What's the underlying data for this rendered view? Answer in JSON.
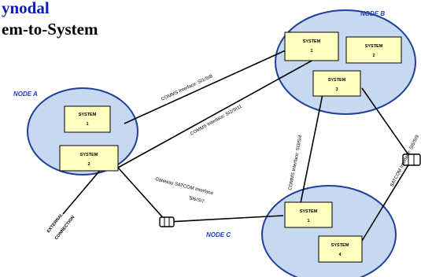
{
  "title": {
    "line1": "ynodal",
    "line2": "em-to-System"
  },
  "nodes": {
    "a": {
      "label": "NODE A",
      "systems": [
        {
          "line1": "SYSTEM",
          "line2": "1"
        },
        {
          "line1": "SYSTEM",
          "line2": "2"
        }
      ]
    },
    "b": {
      "label": "NODE B",
      "systems": [
        {
          "line1": "SYSTEM",
          "line2": "1"
        },
        {
          "line1": "SYSTEM",
          "line2": "2"
        },
        {
          "line1": "SYSTEM",
          "line2": "3"
        }
      ]
    },
    "c": {
      "label": "NODE C",
      "systems": [
        {
          "line1": "SYSTEM",
          "line2": "1"
        },
        {
          "line1": "SYSTEM",
          "line2": "4"
        }
      ]
    }
  },
  "links": {
    "a1_b1": "COMMS Interface: SI1/SI8",
    "a2_b1": "COMMS Interface: SI2/SI11",
    "b3_c1": "COMMS Interface: SI3/SI4",
    "b_d": "SATCOM Interface: SI5/SI9",
    "a2_c1_line1": "Gateway SATCOM Interface",
    "a2_c1_line2": "SI6/SI7"
  },
  "external": {
    "line1": "EXTERNAL",
    "line2": "CONNECTION"
  },
  "colors": {
    "node_fill": "#c6d9f1",
    "node_stroke": "#1f3f99",
    "box_fill": "#ffffc0",
    "title_blue": "#0b1fb0"
  }
}
